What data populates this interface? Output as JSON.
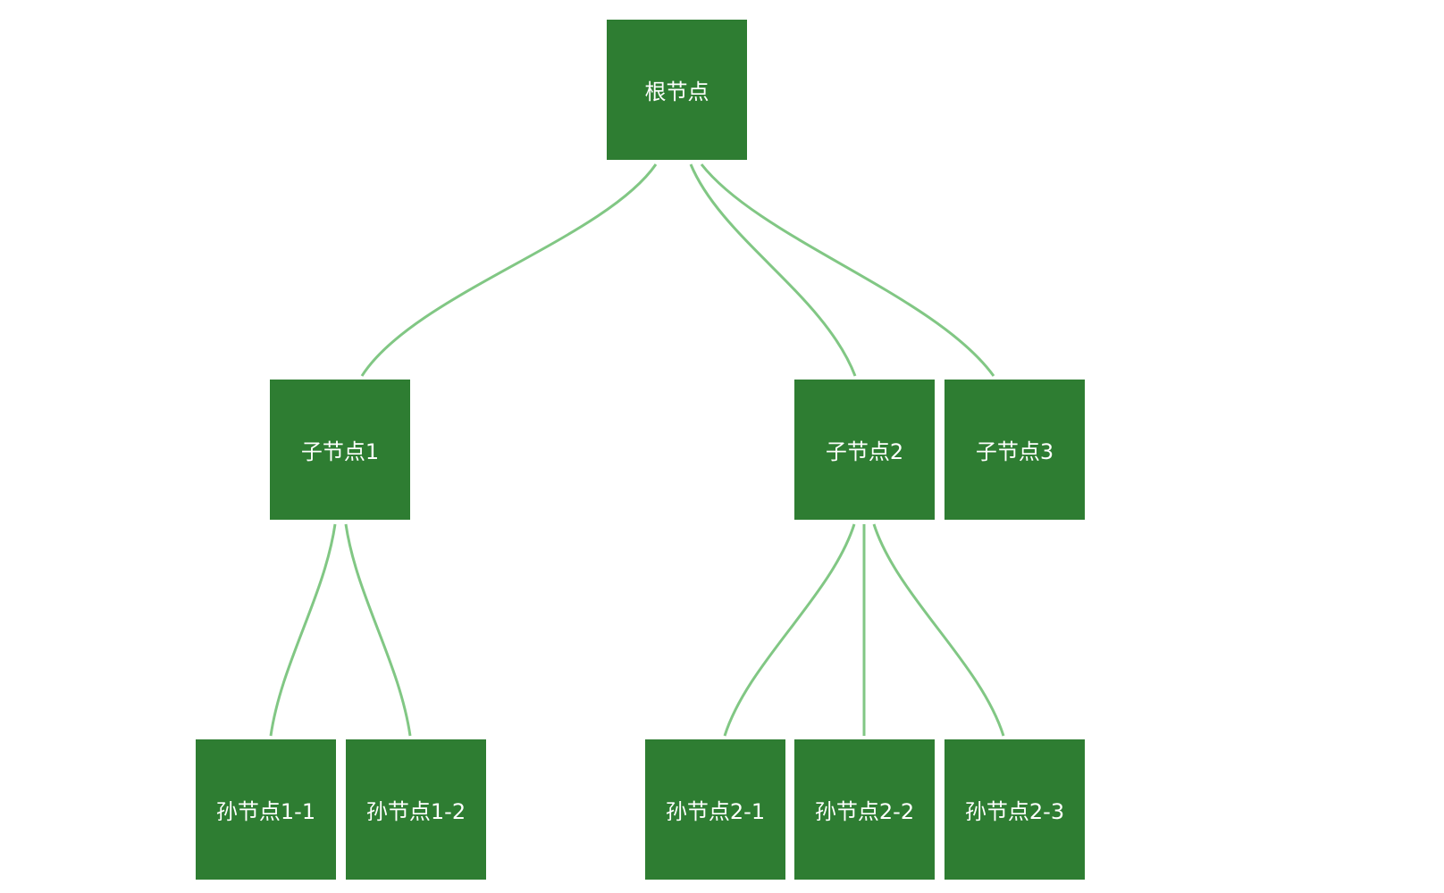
{
  "colors": {
    "node_fill": "#2e7d32",
    "node_text": "#ffffff",
    "edge": "#81c784",
    "background": "#ffffff"
  },
  "tree": {
    "root": {
      "label": "根节点"
    },
    "children": [
      {
        "label": "子节点1",
        "children": [
          {
            "label": "孙节点1-1"
          },
          {
            "label": "孙节点1-2"
          }
        ]
      },
      {
        "label": "子节点2",
        "children": [
          {
            "label": "孙节点2-1"
          },
          {
            "label": "孙节点2-2"
          },
          {
            "label": "孙节点2-3"
          }
        ]
      },
      {
        "label": "子节点3"
      }
    ]
  }
}
